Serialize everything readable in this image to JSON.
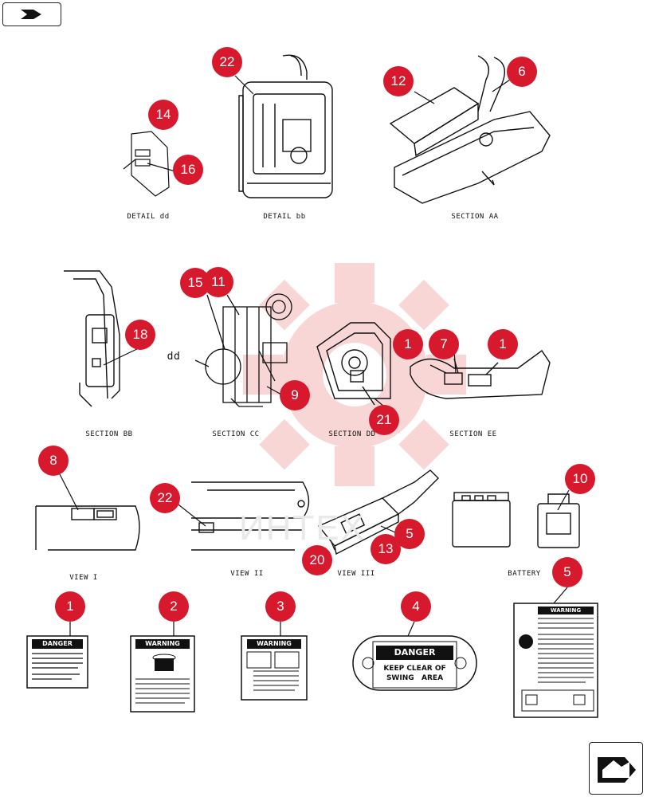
{
  "nav": {
    "back_icon": "arrow-back-icon",
    "next_icon": "arrow-forward-icon"
  },
  "watermark": "ИНТЕХ",
  "captions": {
    "detail_dd": "DETAIL dd",
    "detail_bb": "DETAIL bb",
    "section_aa": "SECTION AA",
    "section_bb": "SECTION BB",
    "section_cc": "SECTION CC",
    "section_dd": "SECTION DD",
    "section_ee": "SECTION EE",
    "view_i": "VIEW I",
    "view_ii": "VIEW II",
    "view_iii": "VIEW III",
    "battery": "BATTERY",
    "dd_pointer": "dd"
  },
  "callouts": {
    "c22_top": "22",
    "c14": "14",
    "c16": "16",
    "c12": "12",
    "c6": "6",
    "c15": "15",
    "c11": "11",
    "c18": "18",
    "c9": "9",
    "c21": "21",
    "c1_left": "1",
    "c7": "7",
    "c1_right": "1",
    "c8": "8",
    "c22_mid": "22",
    "c5_mid": "5",
    "c13": "13",
    "c20": "20",
    "c10": "10",
    "d1": "1",
    "d2": "2",
    "d3": "3",
    "d4": "4",
    "d5": "5"
  },
  "decals": {
    "danger_1": "DANGER",
    "warning_2": "WARNING",
    "warning_3": "WARNING",
    "danger_4": "DANGER",
    "danger_4_line1": "KEEP CLEAR OF",
    "danger_4_line2": "SWING   AREA",
    "warning_5": "WARNING"
  },
  "colors": {
    "callout": "#d7192d",
    "line": "#111111",
    "watermark": "#f6c9c9"
  }
}
